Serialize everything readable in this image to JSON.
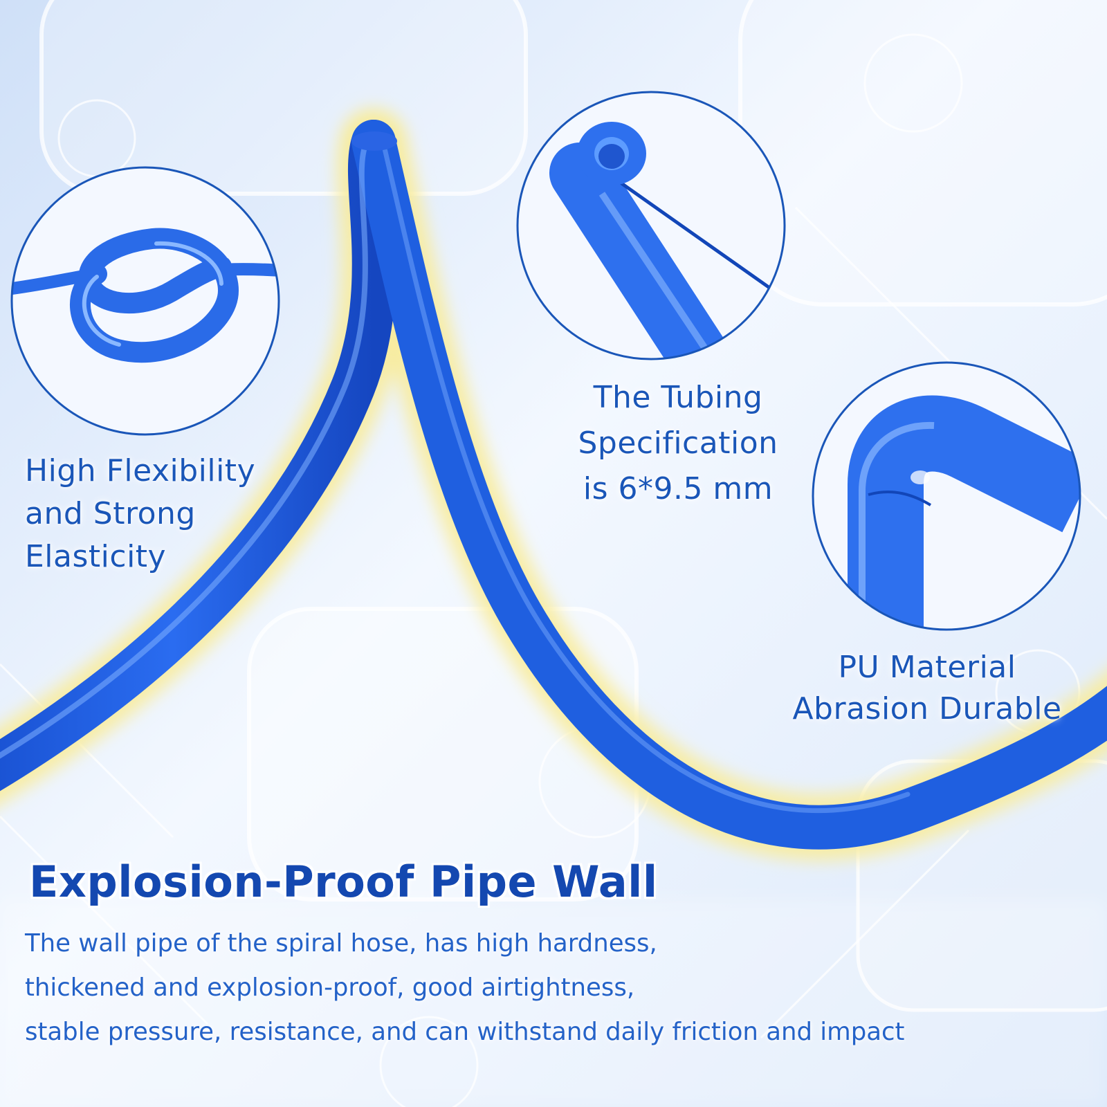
{
  "features": {
    "flexibility": {
      "lines": [
        "High Flexibility",
        "and Strong",
        "Elasticity"
      ]
    },
    "specification": {
      "lines": [
        "The Tubing",
        "Specification",
        "is 6*9.5 mm"
      ]
    },
    "material": {
      "lines": [
        "PU Material",
        "Abrasion Durable"
      ]
    }
  },
  "headline": "Explosion-Proof Pipe Wall",
  "description": {
    "lines": [
      "The wall pipe of the spiral hose, has high hardness,",
      "thickened and explosion-proof, good airtightness,",
      "stable pressure, resistance, and can withstand daily friction and impact"
    ]
  },
  "colors": {
    "tube_blue": "#1f5fe0",
    "text_blue": "#1a56b8",
    "headline_blue": "#1448b0",
    "glow_yellow": "#f8ec9c",
    "background": "#eaf2fd"
  }
}
